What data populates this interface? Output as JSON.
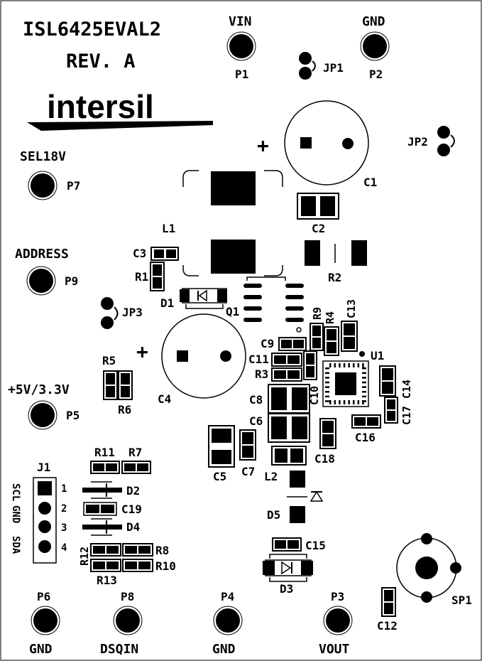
{
  "board": {
    "title_line1": "ISL6425EVAL2",
    "title_line2": "REV. A",
    "logo_text": "intersil"
  },
  "pads": {
    "vin": {
      "label": "VIN",
      "ref": "P1"
    },
    "gnd_top": {
      "label": "GND",
      "ref": "P2"
    },
    "sel18v": {
      "label": "SEL18V",
      "ref": "P7"
    },
    "address": {
      "label": "ADDRESS",
      "ref": "P9"
    },
    "v5": {
      "label": "+5V/3.3V",
      "ref": "P5"
    },
    "p6": {
      "label": "GND",
      "ref": "P6"
    },
    "p8": {
      "label": "DSQIN",
      "ref": "P8"
    },
    "p4": {
      "label": "GND",
      "ref": "P4"
    },
    "p3": {
      "label": "VOUT",
      "ref": "P3"
    }
  },
  "jumpers": {
    "jp1": "JP1",
    "jp2": "JP2",
    "jp3": "JP3"
  },
  "connector": {
    "ref": "J1",
    "signals": [
      "SCL",
      "GND",
      "SDA"
    ],
    "pins": [
      "1",
      "2",
      "3",
      "4"
    ]
  },
  "parts": {
    "C1": "C1",
    "C2": "C2",
    "C3": "C3",
    "C4": "C4",
    "C5": "C5",
    "C6": "C6",
    "C7": "C7",
    "C8": "C8",
    "C9": "C9",
    "C10": "C10",
    "C11": "C11",
    "C12": "C12",
    "C13": "C13",
    "C14": "C14",
    "C15": "C15",
    "C16": "C16",
    "C17": "C17",
    "C18": "C18",
    "C19": "C19",
    "R1": "R1",
    "R2": "R2",
    "R3": "R3",
    "R4": "R4",
    "R5": "R5",
    "R6": "R6",
    "R7": "R7",
    "R8": "R8",
    "R9": "R9",
    "R10": "R10",
    "R11": "R11",
    "R12": "R12",
    "R13": "R13",
    "L1": "L1",
    "L2": "L2",
    "Q1": "Q1",
    "U1": "U1",
    "D1": "D1",
    "D2": "D2",
    "D3": "D3",
    "D4": "D4",
    "D5": "D5",
    "SP1": "SP1"
  },
  "polarity": {
    "plus": "+"
  }
}
